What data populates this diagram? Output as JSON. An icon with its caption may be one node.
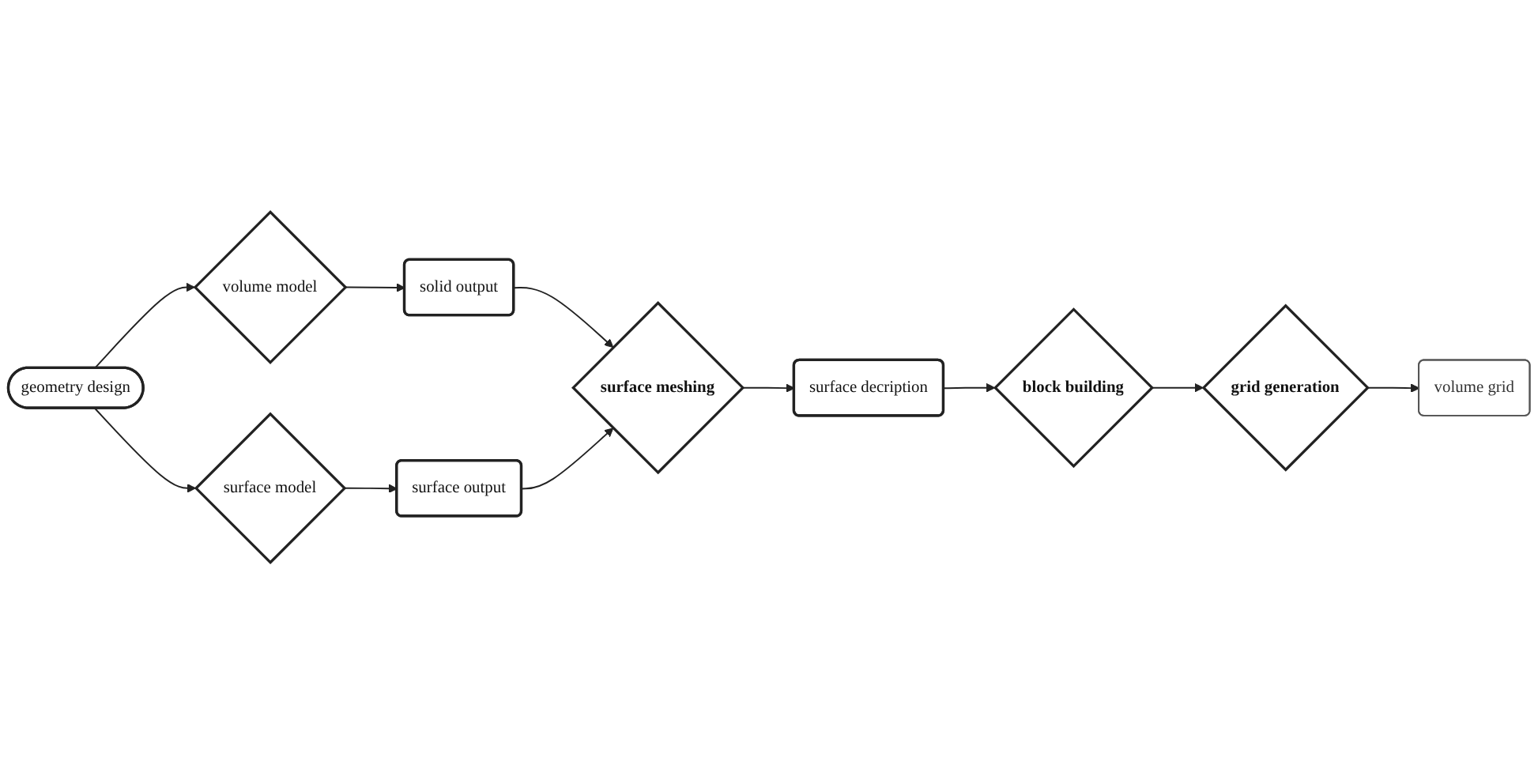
{
  "diagram": {
    "nodes": [
      {
        "text": [
          "geometry design"
        ]
      },
      {
        "text": [
          "volume model"
        ]
      },
      {
        "text": [
          "grid generation"
        ]
      },
      {
        "text": [
          "volume grid"
        ]
      },
      {
        "text": [
          "surface model"
        ]
      },
      {
        "text": [
          "solid output"
        ]
      },
      {
        "text": [
          "block building"
        ]
      },
      {
        "text": [
          "surface output"
        ]
      },
      {
        "text": [
          "surface meshing"
        ]
      },
      {
        "text": [
          "surface decription"
        ]
      }
    ],
    "edges": [
      {
        "from": 0,
        "to": 1,
        "arrow": "to"
      },
      {
        "from": 0,
        "to": 4,
        "arrow": "to"
      },
      {
        "from": 1,
        "to": 5,
        "arrow": "to"
      },
      {
        "from": 5,
        "to": 8,
        "arrow": "to"
      },
      {
        "from": 4,
        "to": 7,
        "arrow": "to"
      },
      {
        "from": 7,
        "to": 8,
        "arrow": "to"
      },
      {
        "from": 8,
        "to": 9,
        "arrow": "to"
      },
      {
        "from": 9,
        "to": 6,
        "arrow": "to"
      },
      {
        "from": 6,
        "to": 2,
        "arrow": "to"
      },
      {
        "from": 2,
        "to": 3,
        "arrow": "to"
      }
    ]
  }
}
